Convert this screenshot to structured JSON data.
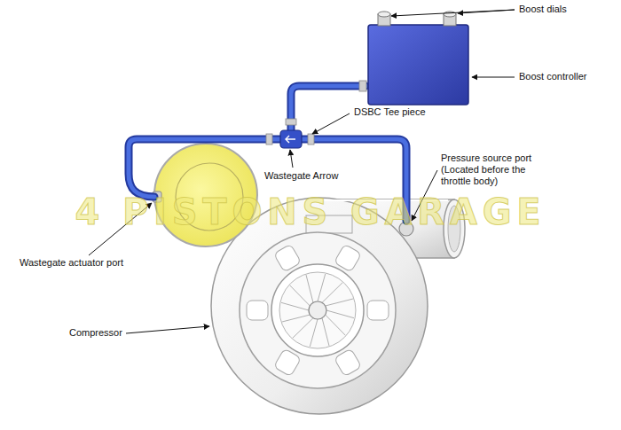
{
  "diagram": {
    "labels": [
      "Boost dials",
      "Boost controller",
      "DSBC Tee piece",
      "Wastegate Arrow",
      "Pressure source port (Located before the throttle body)",
      "Wastegate actuator port",
      "Compressor",
      "4 PISTONS GARAGE"
    ]
  }
}
